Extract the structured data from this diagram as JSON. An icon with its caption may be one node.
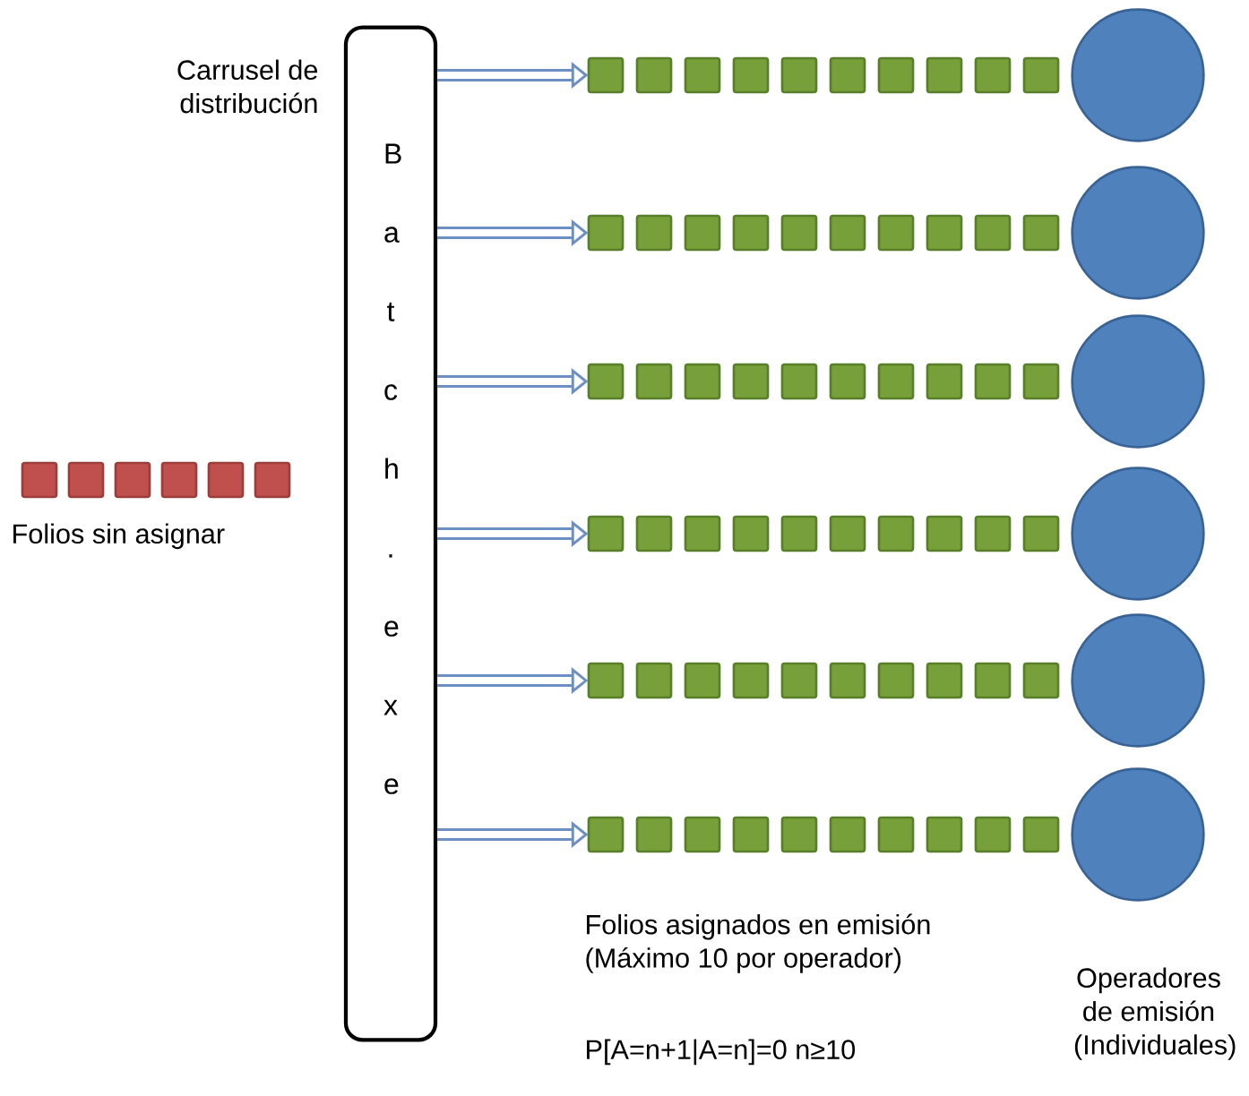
{
  "diagram": {
    "nodes": [
      {
        "text": [
          "B a t c h . e x e"
        ]
      },
      {
        "text": [],
        "shape": "squares"
      },
      {
        "text": [],
        "shape": "circle"
      },
      {
        "text": [],
        "shape": "squares"
      },
      {
        "text": [],
        "shape": "circle"
      },
      {
        "text": [],
        "shape": "squares"
      },
      {
        "text": [],
        "shape": "circle"
      },
      {
        "text": [],
        "shape": "squares"
      },
      {
        "text": [],
        "shape": "circle"
      },
      {
        "text": [],
        "shape": "squares"
      },
      {
        "text": [],
        "shape": "circle"
      },
      {
        "text": [],
        "shape": "squares"
      },
      {
        "text": [],
        "shape": "circle"
      }
    ],
    "edges": [
      {
        "from": 0,
        "to": 1,
        "arrow": "to"
      },
      {
        "from": 0,
        "to": 3,
        "arrow": "to"
      },
      {
        "from": 0,
        "to": 5,
        "arrow": "to"
      },
      {
        "from": 0,
        "to": 7,
        "arrow": "to"
      },
      {
        "from": 0,
        "to": 9,
        "arrow": "to"
      },
      {
        "from": 0,
        "to": 11,
        "arrow": "to"
      }
    ],
    "labels": [
      "Carrusel de distribución",
      "Folios sin asignar",
      "Folios asignados en emisión (Máximo 10 por operador)",
      "Operadores de emisión (Individuales)",
      "P[A=n+1|A=n]=0  n≥10"
    ]
  }
}
